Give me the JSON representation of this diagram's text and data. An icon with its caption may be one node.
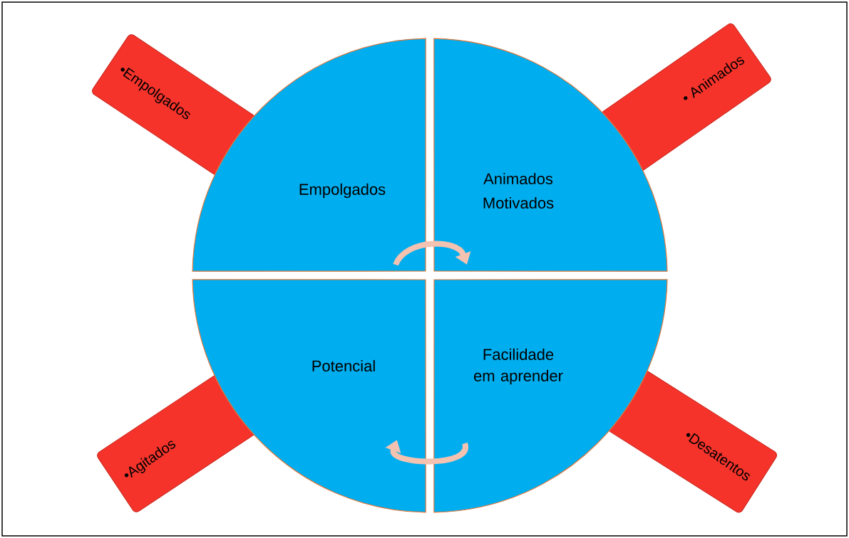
{
  "diagram": {
    "nodes": [
      {
        "text": [
          "Empolgados"
        ]
      },
      {
        "text": [
          "Animados",
          "Motivados"
        ]
      },
      {
        "text": [
          "Potencial"
        ]
      },
      {
        "text": [
          "Facilidade em aprender"
        ]
      },
      {
        "text": [
          "•Empolgados"
        ]
      },
      {
        "text": [
          "• Animados"
        ]
      },
      {
        "text": [
          "•Agitados"
        ]
      },
      {
        "text": [
          "•Desatentos"
        ]
      }
    ],
    "edges": [
      {
        "from": 0,
        "to": 1,
        "arrow": "to"
      },
      {
        "from": 3,
        "to": 2,
        "arrow": "to"
      }
    ]
  }
}
